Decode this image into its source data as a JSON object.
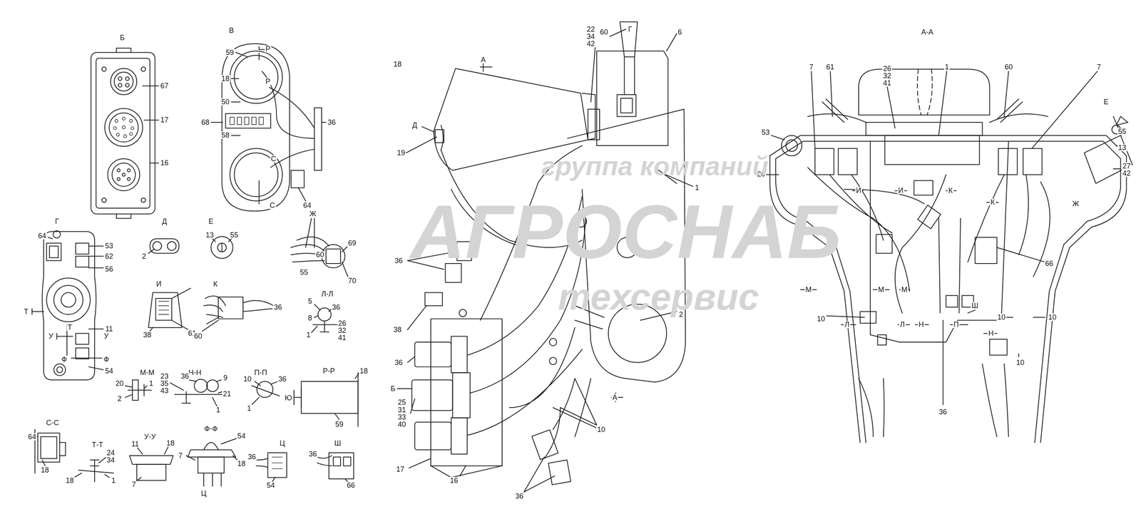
{
  "diagram": {
    "labels": [
      "Б",
      "67",
      "17",
      "16",
      "В",
      "Р",
      "59",
      "Р",
      "18",
      "50",
      "68",
      "36",
      "58",
      "С",
      "С",
      "64",
      "Г",
      "64",
      "53",
      "62",
      "56",
      "11",
      "Т",
      "У",
      "Т",
      "У",
      "Ф",
      "Ф",
      "54",
      "Д",
      "2",
      "Е",
      "13",
      "55",
      "Ж",
      "69",
      "60",
      "55",
      "70",
      "И",
      "38",
      "61",
      "К",
      "36",
      "60",
      "Л-Л",
      "5",
      "8",
      "36",
      "26",
      "32",
      "41",
      "1",
      "М-М",
      "20",
      "1",
      "2",
      "Н-Н",
      "23",
      "35",
      "43",
      "36",
      "9",
      "21",
      "1",
      "П-П",
      "10",
      "36",
      "1",
      "Р-Р",
      "18",
      "Ю",
      "59",
      "С-С",
      "64",
      "18",
      "Т-Т",
      "24",
      "34",
      "18",
      "1",
      "У-У",
      "11",
      "18",
      "7",
      "Ф-Ф",
      "54",
      "7",
      "18",
      "Ц",
      "Ц",
      "36",
      "54",
      "Ш",
      "36",
      "66",
      "22",
      "34",
      "42",
      "60",
      "Г",
      "6",
      "18",
      "А",
      "Д",
      "19",
      "1",
      "2",
      "36",
      "38",
      "36",
      "Б",
      "25",
      "31",
      "33",
      "40",
      "17",
      "16",
      "36",
      "10",
      "А",
      "А-А",
      "7",
      "61",
      "26",
      "32",
      "41",
      "1",
      "60",
      "7",
      "Е",
      "55",
      "13",
      "27",
      "42",
      "53",
      "20",
      "И",
      "И",
      "К",
      "К",
      "Ж",
      "66",
      "М",
      "М",
      "М",
      "10",
      "10",
      "10",
      "10",
      "Ш",
      "П",
      "Л",
      "Л",
      "Н",
      "Н",
      "36",
      "группа компаний",
      "АГРОСНАБ",
      "техсервис"
    ]
  }
}
